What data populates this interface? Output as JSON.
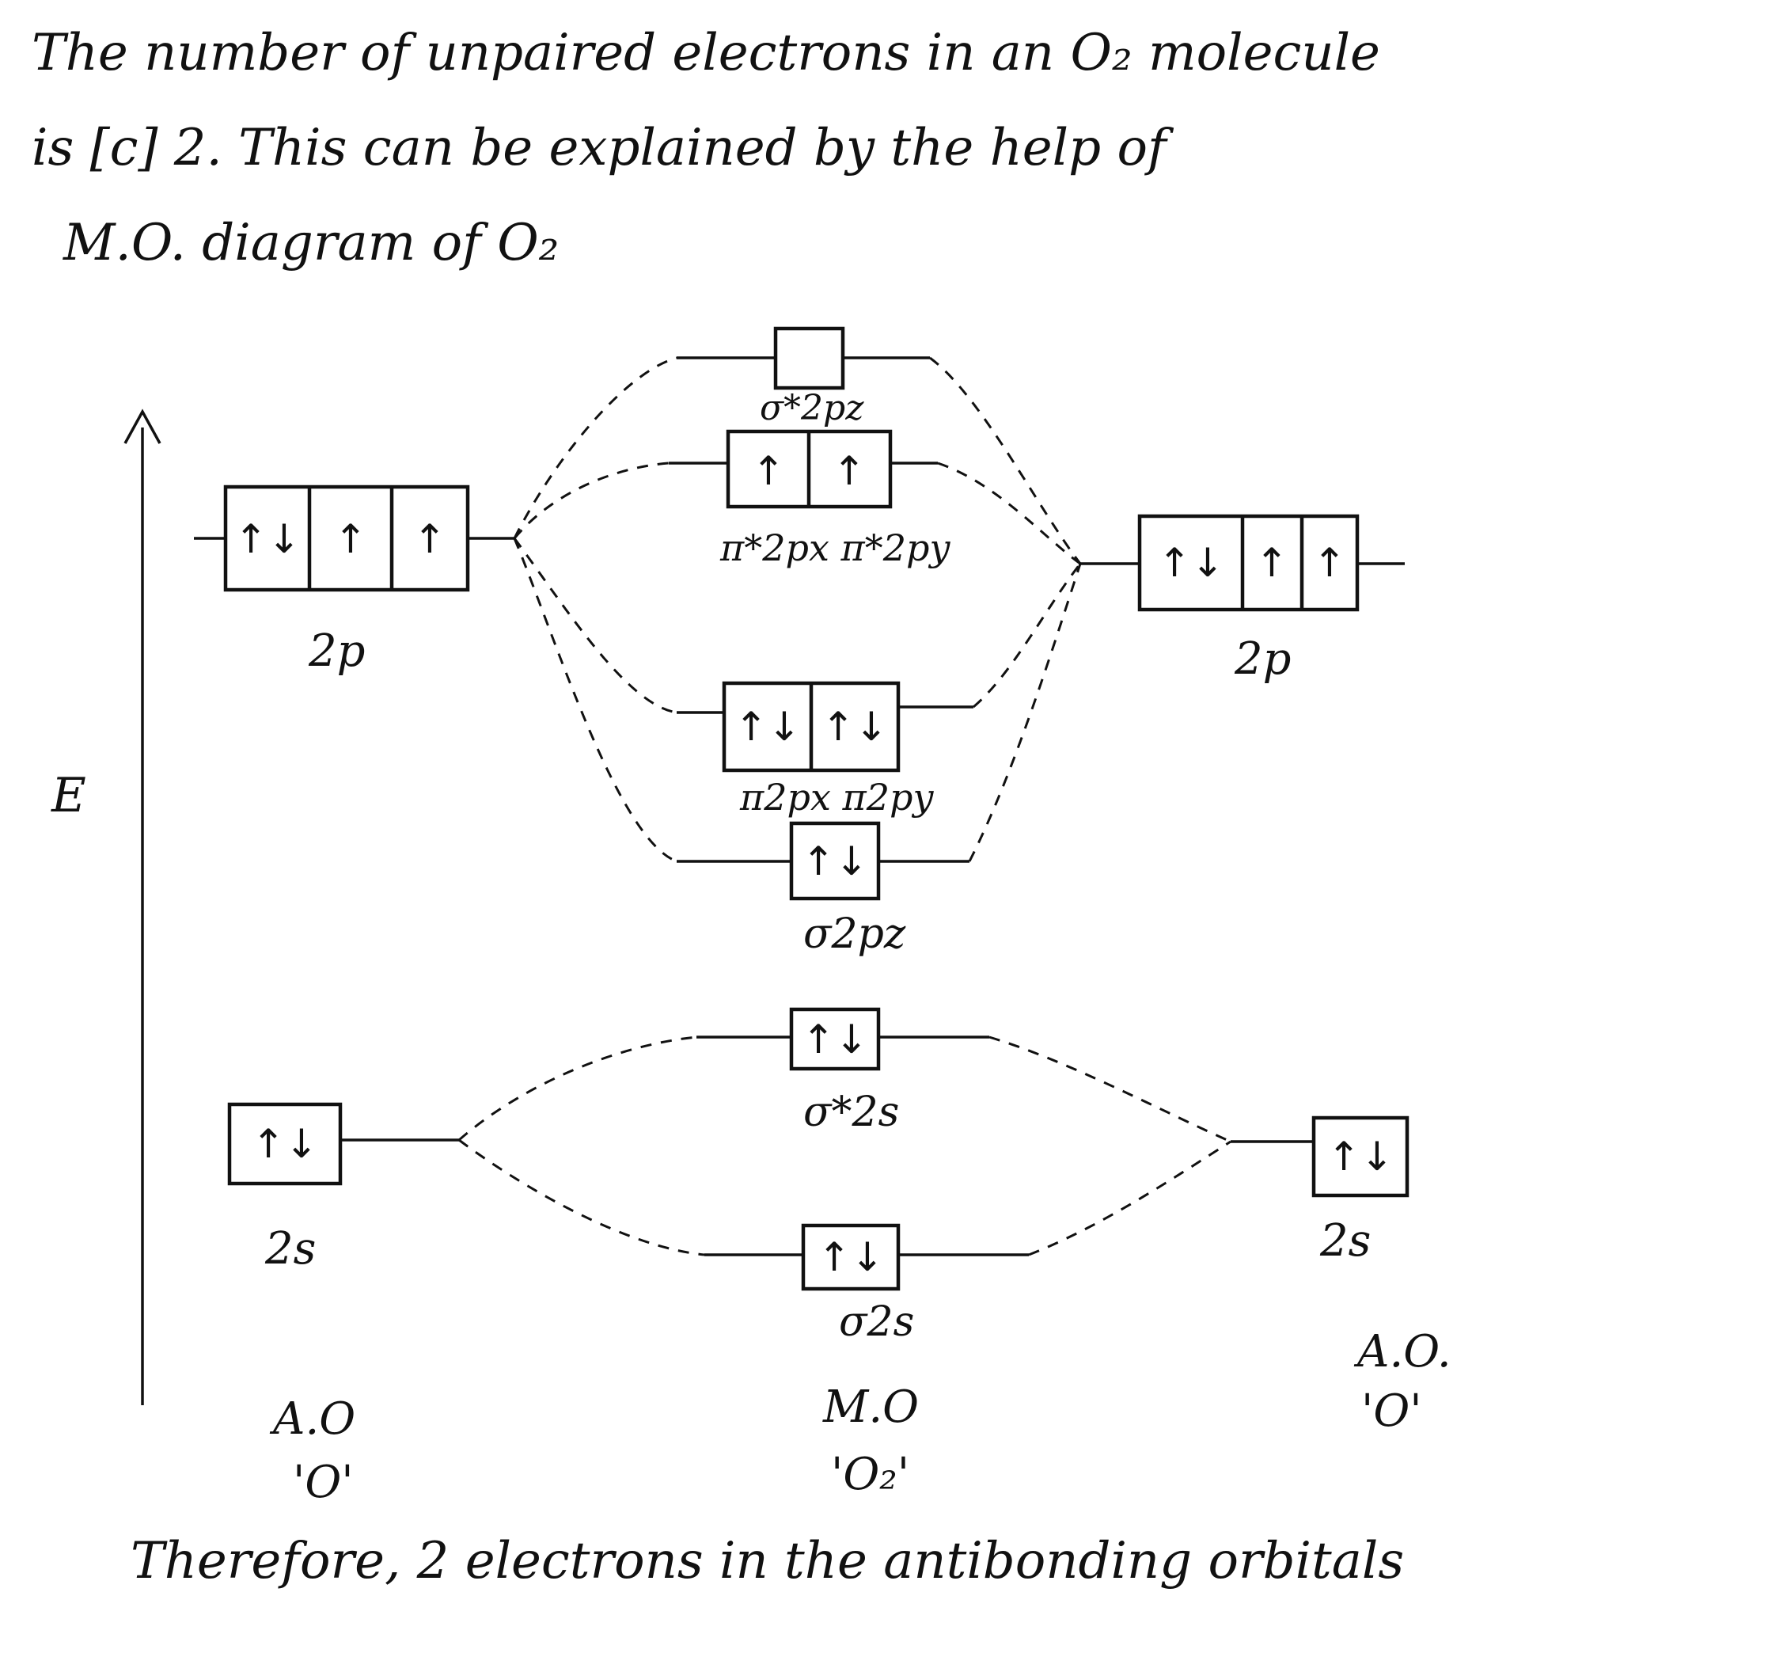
{
  "text": {
    "line1": "The number of unpaired electrons in an O₂ molecule",
    "line2": "is [c] 2. This can be explained by the help of",
    "line3": "M.O. diagram of O₂",
    "footer": "Therefore, 2 electrons in the antibonding orbitals"
  },
  "energy_axis": {
    "label": "E"
  },
  "left_atom": {
    "p_label": "2p",
    "p_boxes": [
      "↑↓",
      "↑",
      "↑"
    ],
    "s_label": "2s",
    "s_box": "↑↓",
    "name1": "A.O",
    "name2": "'O'"
  },
  "right_atom": {
    "p_label": "2p",
    "p_boxes": [
      "↑↓",
      "↑",
      "↑"
    ],
    "s_label": "2s",
    "s_box": "↑↓",
    "name1": "A.O.",
    "name2": "'O'"
  },
  "molecule": {
    "name1": "M.O",
    "name2": "'O₂'",
    "orbitals": {
      "sigma_star_2pz": {
        "label": "σ*2pz",
        "boxes": [
          ""
        ]
      },
      "pi_star_2p": {
        "label": "π*2px π*2py",
        "boxes": [
          "↑",
          "↑"
        ]
      },
      "pi_2p": {
        "label": "π2px π2py",
        "boxes": [
          "↑↓",
          "↑↓"
        ]
      },
      "sigma_2pz": {
        "label": "σ2pz",
        "boxes": [
          "↑↓"
        ]
      },
      "sigma_star_2s": {
        "label": "σ*2s",
        "boxes": [
          "↑↓"
        ]
      },
      "sigma_2s": {
        "label": "σ2s",
        "boxes": [
          "↑↓"
        ]
      }
    }
  }
}
